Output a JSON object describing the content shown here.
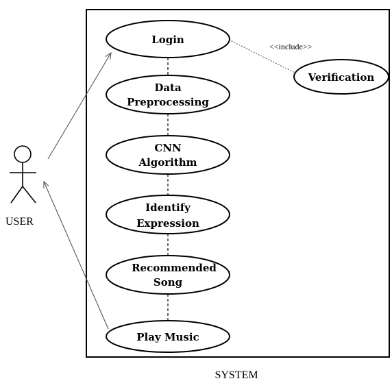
{
  "actor": {
    "label": "USER"
  },
  "system": {
    "label": "SYSTEM"
  },
  "use_cases": {
    "login": [
      "Login"
    ],
    "data_preprocessing": [
      "Data",
      "Preprocessing"
    ],
    "cnn_algorithm": [
      "CNN",
      "Algorithm"
    ],
    "identify_expression": [
      "Identify",
      "Expression"
    ],
    "recommended_song": [
      "Recommended",
      "Song"
    ],
    "play_music": [
      "Play Music"
    ],
    "verification": [
      "Verification"
    ]
  },
  "relations": {
    "include_label": "<<include>>"
  },
  "colors": {
    "line": "#000000",
    "arrow": "#555555",
    "background": "#ffffff"
  }
}
